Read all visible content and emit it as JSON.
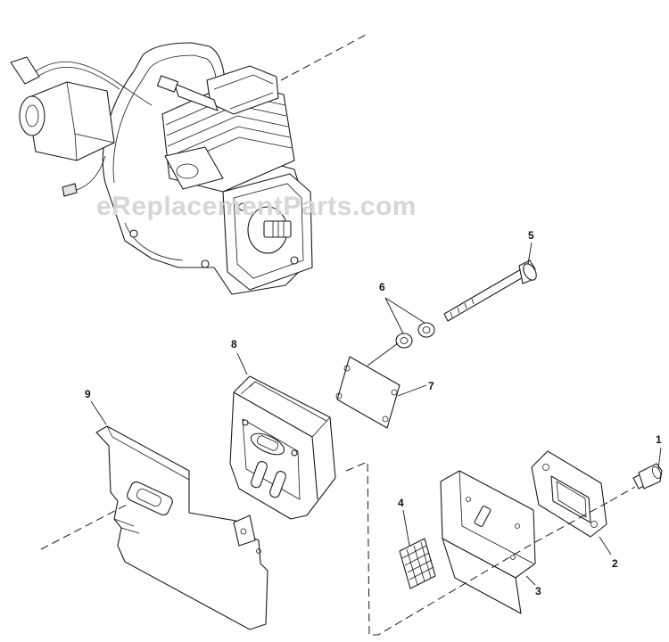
{
  "watermark": "eReplacementParts.com",
  "callouts": [
    {
      "id": "1",
      "text": "1"
    },
    {
      "id": "2",
      "text": "2"
    },
    {
      "id": "3",
      "text": "3"
    },
    {
      "id": "4",
      "text": "4"
    },
    {
      "id": "5",
      "text": "5"
    },
    {
      "id": "6",
      "text": "6"
    },
    {
      "id": "7",
      "text": "7"
    },
    {
      "id": "8",
      "text": "8"
    },
    {
      "id": "9",
      "text": "9"
    }
  ],
  "parts": [
    {
      "callout": "1",
      "icon": "bolt-icon"
    },
    {
      "callout": "2",
      "icon": "muffler-flange-gasket-icon"
    },
    {
      "callout": "3",
      "icon": "muffler-bracket-icon"
    },
    {
      "callout": "4",
      "icon": "spark-arrestor-screen-icon"
    },
    {
      "callout": "5",
      "icon": "long-bolt-icon"
    },
    {
      "callout": "6",
      "icon": "washer-icon"
    },
    {
      "callout": "7",
      "icon": "muffler-gasket-icon"
    },
    {
      "callout": "8",
      "icon": "muffler-icon"
    },
    {
      "callout": "9",
      "icon": "heat-shield-icon"
    }
  ]
}
